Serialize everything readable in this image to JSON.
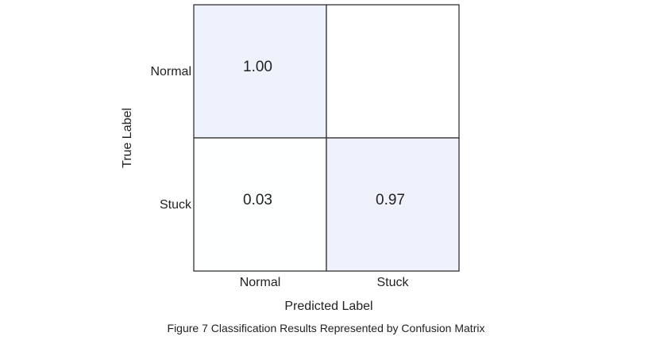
{
  "chart_data": {
    "type": "heatmap",
    "title": "",
    "xlabel": "Predicted Label",
    "ylabel": "True Label",
    "x_categories": [
      "Normal",
      "Stuck"
    ],
    "y_categories": [
      "Normal",
      "Stuck"
    ],
    "values": [
      [
        1.0,
        null
      ],
      [
        0.03,
        0.97
      ]
    ],
    "value_labels": [
      [
        "1.00",
        ""
      ],
      [
        "0.03",
        "0.97"
      ]
    ],
    "colorscale": {
      "low": "#ffffff",
      "high": "#eef2fc"
    },
    "grid_color": "#333333"
  },
  "caption": "Figure 7 Classification Results Represented by Confusion Matrix"
}
